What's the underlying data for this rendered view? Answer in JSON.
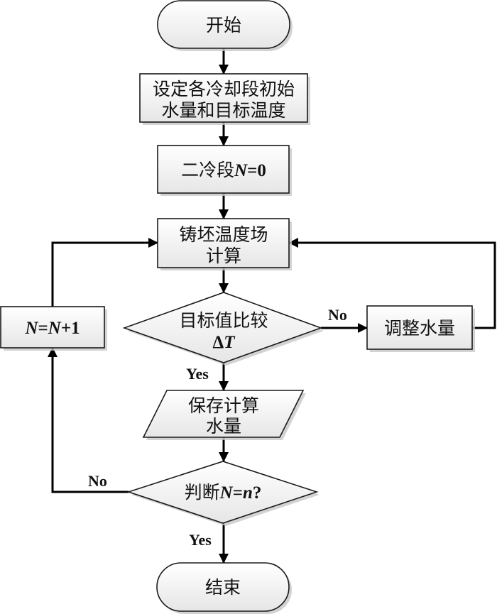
{
  "nodes": {
    "start": {
      "label": "开始"
    },
    "init": {
      "line1": "设定各冷却段初始",
      "line2": "水量和目标温度"
    },
    "segment": {
      "cn": "二冷段",
      "var": "N",
      "rest": "=0"
    },
    "calc": {
      "line1": "铸坯温度场",
      "line2": "计算"
    },
    "compare": {
      "line1": "目标值比较",
      "delta": "Δ",
      "var": "T"
    },
    "adjust": {
      "label": "调整水量"
    },
    "increment": {
      "v1": "N",
      "eq": "=",
      "v2": "N",
      "rest": "+1"
    },
    "save": {
      "line1": "保存计算",
      "line2": "水量"
    },
    "judge": {
      "cn": "判断",
      "v1": "N",
      "eq": "=",
      "v2": "n",
      "q": "?"
    },
    "end": {
      "label": "结束"
    }
  },
  "edges": {
    "compare_no": "No",
    "compare_yes": "Yes",
    "judge_no": "No",
    "judge_yes": "Yes"
  }
}
